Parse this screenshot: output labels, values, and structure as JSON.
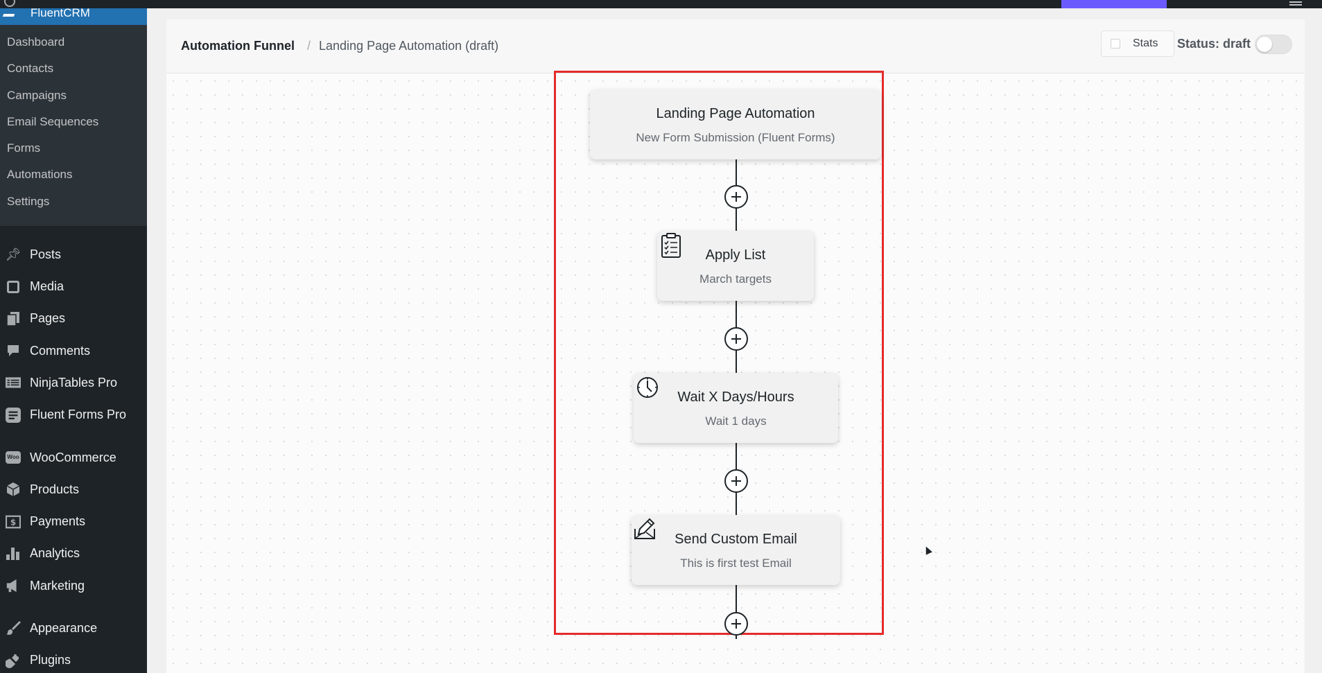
{
  "sidebar": {
    "plugin_title": "FluentCRM",
    "submenu": [
      "Dashboard",
      "Contacts",
      "Campaigns",
      "Email Sequences",
      "Forms",
      "Automations",
      "Settings"
    ],
    "menu": [
      {
        "label": "Posts",
        "icon": "pin-icon"
      },
      {
        "label": "Media",
        "icon": "media-icon"
      },
      {
        "label": "Pages",
        "icon": "pages-icon"
      },
      {
        "label": "Comments",
        "icon": "comments-icon"
      },
      {
        "label": "NinjaTables Pro",
        "icon": "table-icon"
      },
      {
        "label": "Fluent Forms Pro",
        "icon": "forms-icon"
      },
      {
        "label": "WooCommerce",
        "icon": "woo-icon"
      },
      {
        "label": "Products",
        "icon": "box-icon"
      },
      {
        "label": "Payments",
        "icon": "dollar-icon"
      },
      {
        "label": "Analytics",
        "icon": "bar-chart-icon"
      },
      {
        "label": "Marketing",
        "icon": "megaphone-icon"
      },
      {
        "label": "Appearance",
        "icon": "brush-icon"
      },
      {
        "label": "Plugins",
        "icon": "plug-icon"
      }
    ],
    "woo_badge": "Woo"
  },
  "header": {
    "breadcrumb_root": "Automation Funnel",
    "breadcrumb_sep": "/",
    "breadcrumb_leaf": "Landing Page Automation (draft)",
    "stats_label": "Stats",
    "status_label": "Status: draft"
  },
  "funnel": {
    "trigger": {
      "title": "Landing Page Automation",
      "subtitle": "New Form Submission (Fluent Forms)"
    },
    "steps": [
      {
        "title": "Apply List",
        "subtitle": "March targets",
        "icon": "clipboard-list-icon"
      },
      {
        "title": "Wait X Days/Hours",
        "subtitle": "Wait 1 days",
        "icon": "clock-icon"
      },
      {
        "title": "Send Custom Email",
        "subtitle": "This is first test Email",
        "icon": "email-edit-icon"
      }
    ]
  },
  "colors": {
    "highlight": "#e52b2b",
    "admin_accent": "#6b5bff",
    "sidebar_bg": "#1d2327",
    "current_menu": "#2271b1"
  }
}
